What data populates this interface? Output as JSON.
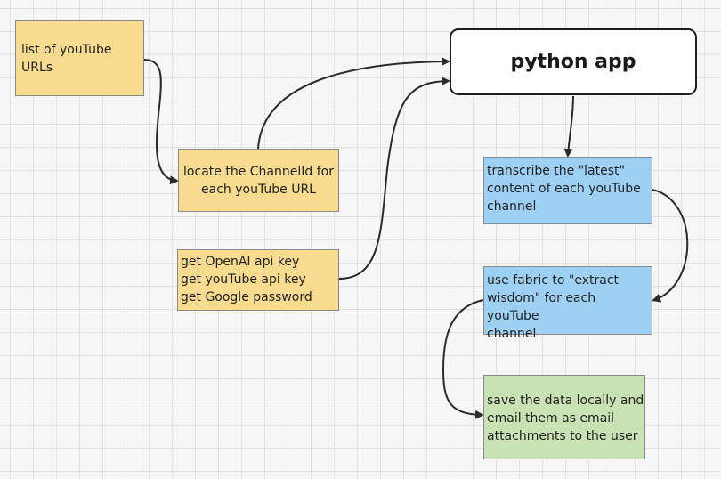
{
  "nodes": {
    "urls": {
      "text": "list of youTube URLs"
    },
    "channel_id": {
      "text": "locate the ChannelId for\neach youTube URL"
    },
    "keys": {
      "text": "get OpenAI api key\nget youTube api key\nget Google password"
    },
    "app": {
      "text": "python app"
    },
    "transcribe": {
      "text": "transcribe the \"latest\"\ncontent of each youTube\nchannel"
    },
    "fabric": {
      "text": "use fabric to \"extract\nwisdom\" for each youTube\nchannel"
    },
    "save": {
      "text": "save the data locally and\nemail them as email\nattachments to the user"
    }
  },
  "colors": {
    "yellow": "#f7dc8f",
    "blue": "#9ed0f3",
    "green": "#c9e2b3",
    "connector": "#2b2b2b"
  }
}
